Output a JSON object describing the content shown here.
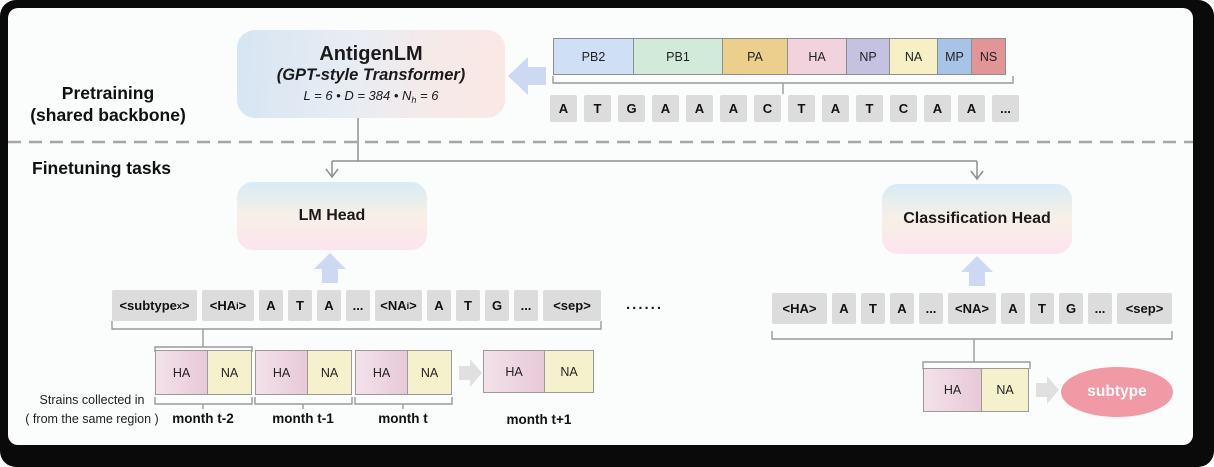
{
  "labels": {
    "pretraining_line1": "Pretraining",
    "pretraining_line2": "(shared backbone)",
    "finetuning": "Finetuning tasks",
    "strains_line1": "Strains collected in",
    "strains_line2": "( from the same region )",
    "trailing_dots": "......"
  },
  "backbone": {
    "title": "AntigenLM",
    "subtitle": "(GPT-style Transformer)",
    "params_prefix": "L = 6 • D = 384 • N",
    "params_sub": "h",
    "params_suffix": " = 6"
  },
  "genome_segments": [
    {
      "label": "PB2",
      "color": "#cfdff5"
    },
    {
      "label": "PB1",
      "color": "#d2ead9"
    },
    {
      "label": "PA",
      "color": "#eccf8d"
    },
    {
      "label": "HA",
      "color": "#f1d3de"
    },
    {
      "label": "NP",
      "color": "#c5c1e1"
    },
    {
      "label": "NA",
      "color": "#f6f0c4"
    },
    {
      "label": "MP",
      "color": "#a8c3e8"
    },
    {
      "label": "NS",
      "color": "#e19597"
    }
  ],
  "pretrain_tokens": [
    "A",
    "T",
    "G",
    "A",
    "A",
    "A",
    "C",
    "T",
    "A",
    "T",
    "C",
    "A",
    "A",
    "..."
  ],
  "heads": {
    "lm": "LM Head",
    "classification": "Classification Head"
  },
  "lm_sequence": {
    "subtype": {
      "pre": "<subtype",
      "sub": "x",
      "post": ">"
    },
    "ha": {
      "pre": "<HA",
      "sub": "i",
      "post": ">"
    },
    "na": {
      "pre": "<NA",
      "sub": "i",
      "post": ">"
    },
    "tokens_a": [
      "A",
      "T",
      "A",
      "..."
    ],
    "tokens_b": [
      "A",
      "T",
      "G",
      "..."
    ],
    "sep": "<sep>"
  },
  "cls_tokens": [
    "<HA>",
    "A",
    "T",
    "A",
    "...",
    "<NA>",
    "A",
    "T",
    "G",
    "...",
    "<sep>"
  ],
  "months": {
    "t_minus_2": "month t-2",
    "t_minus_1": "month t-1",
    "t": "month t",
    "t_plus_1": "month t+1"
  },
  "pair_labels": {
    "ha": "HA",
    "na": "NA"
  },
  "subtype_output": "subtype",
  "colors": {
    "backbone_gradient": "linear-gradient(95deg,#d6e5f3 0%,#e9edf3 45%,#f6e9e8 75%,#fae8e4 100%)",
    "head_gradient": "linear-gradient(180deg,#d7ebf6 0%,#f7f0e6 48%,#fce4ef 100%)",
    "arrow_lavender": "#cdd8f2",
    "arrow_gray": "#e0e0e0",
    "ha_cell_gradient": "linear-gradient(90deg,#f3e2ea,#e7c9d8)",
    "na_cell": "#f6f1cd",
    "subtype_ellipse": "#f199a4"
  }
}
